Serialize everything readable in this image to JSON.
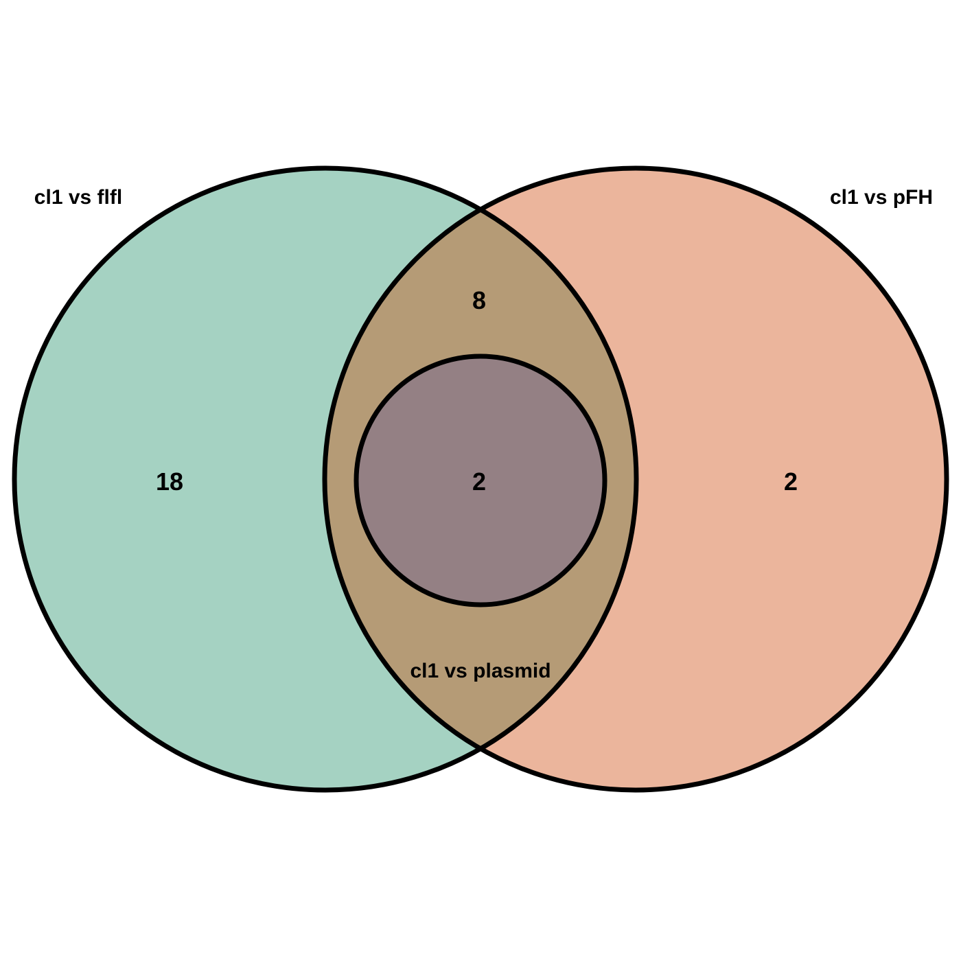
{
  "diagram": {
    "type": "venn",
    "sets": [
      {
        "key": "flfl",
        "label": "cl1 vs flfl",
        "color": "#a5d2c2"
      },
      {
        "key": "pFH",
        "label": "cl1 vs pFH",
        "color": "#ebb59c"
      },
      {
        "key": "plasmid",
        "label": "cl1 vs plasmid",
        "color": "#948084"
      }
    ],
    "overlap_color": "#b59b76",
    "outline_color": "#000000",
    "regions": [
      {
        "sets": [
          "flfl"
        ],
        "count": "18"
      },
      {
        "sets": [
          "pFH"
        ],
        "count": "2"
      },
      {
        "sets": [
          "flfl",
          "pFH"
        ],
        "count": "8"
      },
      {
        "sets": [
          "flfl",
          "pFH",
          "plasmid"
        ],
        "count": "2"
      }
    ]
  }
}
